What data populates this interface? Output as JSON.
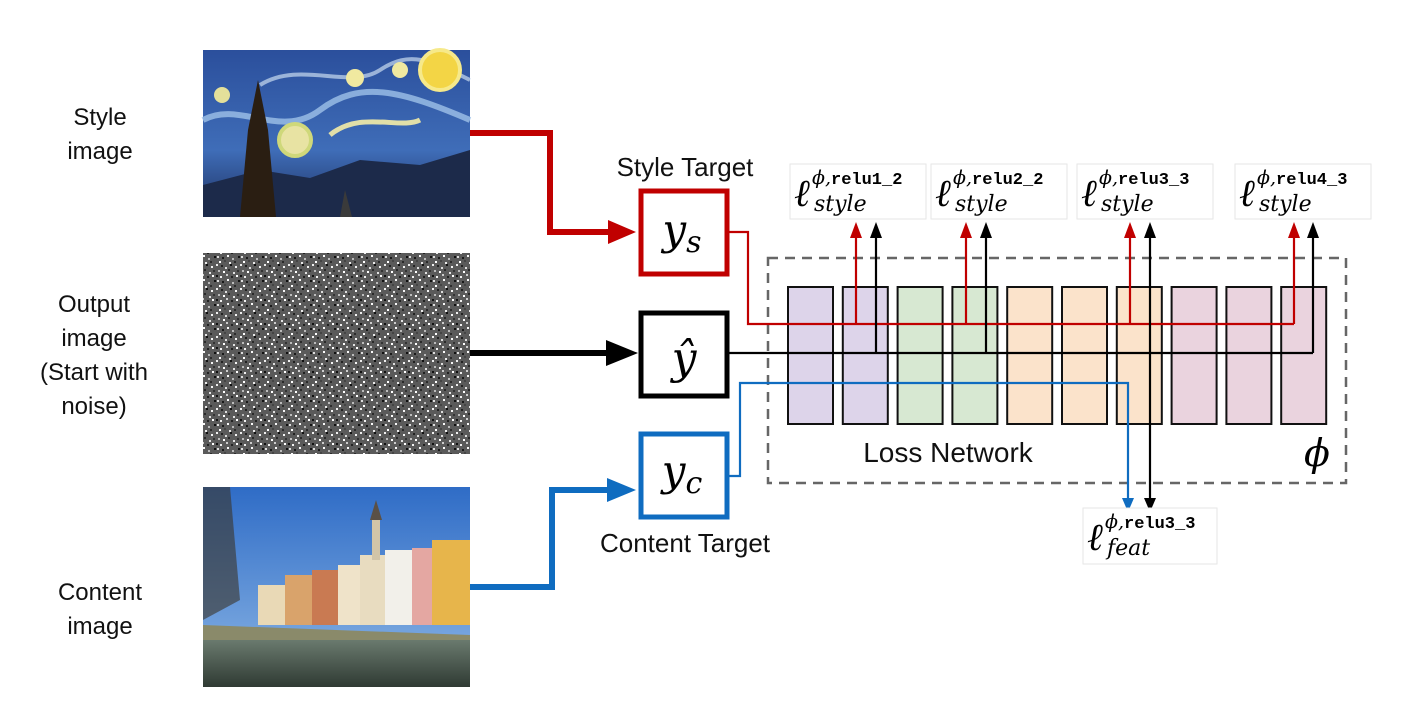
{
  "labels": {
    "style_image": [
      "Style",
      "image"
    ],
    "output_image": [
      "Output",
      "image",
      "(Start with",
      "noise)"
    ],
    "content_image": [
      "Content",
      "image"
    ],
    "style_target": "Style Target",
    "content_target": "Content Target",
    "loss_network": "Loss Network"
  },
  "targets": {
    "y_s": {
      "base": "y",
      "sub": "s"
    },
    "y_hat": {
      "base": "ŷ"
    },
    "y_c": {
      "base": "y",
      "sub": "c"
    }
  },
  "phi": "ϕ",
  "style_losses": [
    {
      "ell": "ℓ",
      "sup_phi": "ϕ,",
      "layer": "relu1_2",
      "sub": "style"
    },
    {
      "ell": "ℓ",
      "sup_phi": "ϕ,",
      "layer": "relu2_2",
      "sub": "style"
    },
    {
      "ell": "ℓ",
      "sup_phi": "ϕ,",
      "layer": "relu3_3",
      "sub": "style"
    },
    {
      "ell": "ℓ",
      "sup_phi": "ϕ,",
      "layer": "relu4_3",
      "sub": "style"
    }
  ],
  "feat_loss": {
    "ell": "ℓ",
    "sup_phi": "ϕ,",
    "layer": "relu3_3",
    "sub": "feat"
  },
  "layer_groups": [
    {
      "color": "#ddd4ea",
      "count": 2
    },
    {
      "color": "#d7e8d2",
      "count": 2
    },
    {
      "color": "#fbe3cb",
      "count": 3
    },
    {
      "color": "#ead3de",
      "count": 3
    }
  ],
  "colors": {
    "style": "#c00000",
    "output": "#000000",
    "content": "#0f6cc0",
    "dashed": "#666666"
  }
}
